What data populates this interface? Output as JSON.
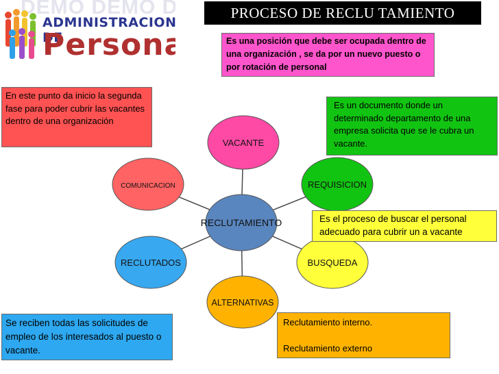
{
  "header": {
    "title": "PROCESO DE RECLU TAMIENTO",
    "logo_watermark": "DEMO DEMO D",
    "logo_line1": "ADMINISTRACION DE",
    "logo_line2": "Personal"
  },
  "diagram": {
    "center": {
      "label": "RECLUTAMIENTO",
      "color": "#5a86bf"
    },
    "nodes": [
      {
        "id": "vacante",
        "label": "VACANTE",
        "color": "#ff4aa5"
      },
      {
        "id": "requisicion",
        "label": "REQUISICION",
        "color": "#12c412"
      },
      {
        "id": "busqueda",
        "label": "BUSQUEDA",
        "color": "#ffff3a"
      },
      {
        "id": "alternativas",
        "label": "ALTERNATIVAS",
        "color": "#ffb300"
      },
      {
        "id": "reclutados",
        "label": "RECLUTADOS",
        "color": "#38a8f0"
      },
      {
        "id": "comunicacion",
        "label": "COMUNICACION",
        "color": "#ff6363"
      }
    ]
  },
  "notes": {
    "vacante": "Es una  posición que debe ser ocupada dentro de una organización , se da por un nuevo puesto o por rotación de personal",
    "comunicacion": "En este punto da inicio la segunda fase para poder cubrir las vacantes dentro de una organización",
    "requisicion": "Es un documento donde un determinado departamento de una empresa solicita que se le cubra un vacante.",
    "busqueda": "Es el proceso de buscar el personal adecuado para cubrir un a  vacante",
    "reclutados": "Se reciben todas las solicitudes de empleo de los interesados al puesto o vacante.",
    "alternativas": "Reclutamiento  interno.\n\nReclutamiento externo"
  },
  "colors": {
    "note_vacante": "#ff55cc",
    "note_comunicacion": "#ff5252",
    "note_requisicion": "#12c412",
    "note_busqueda": "#ffff3a",
    "note_reclutados": "#2ea8f0",
    "note_alternativas": "#ffb300"
  }
}
